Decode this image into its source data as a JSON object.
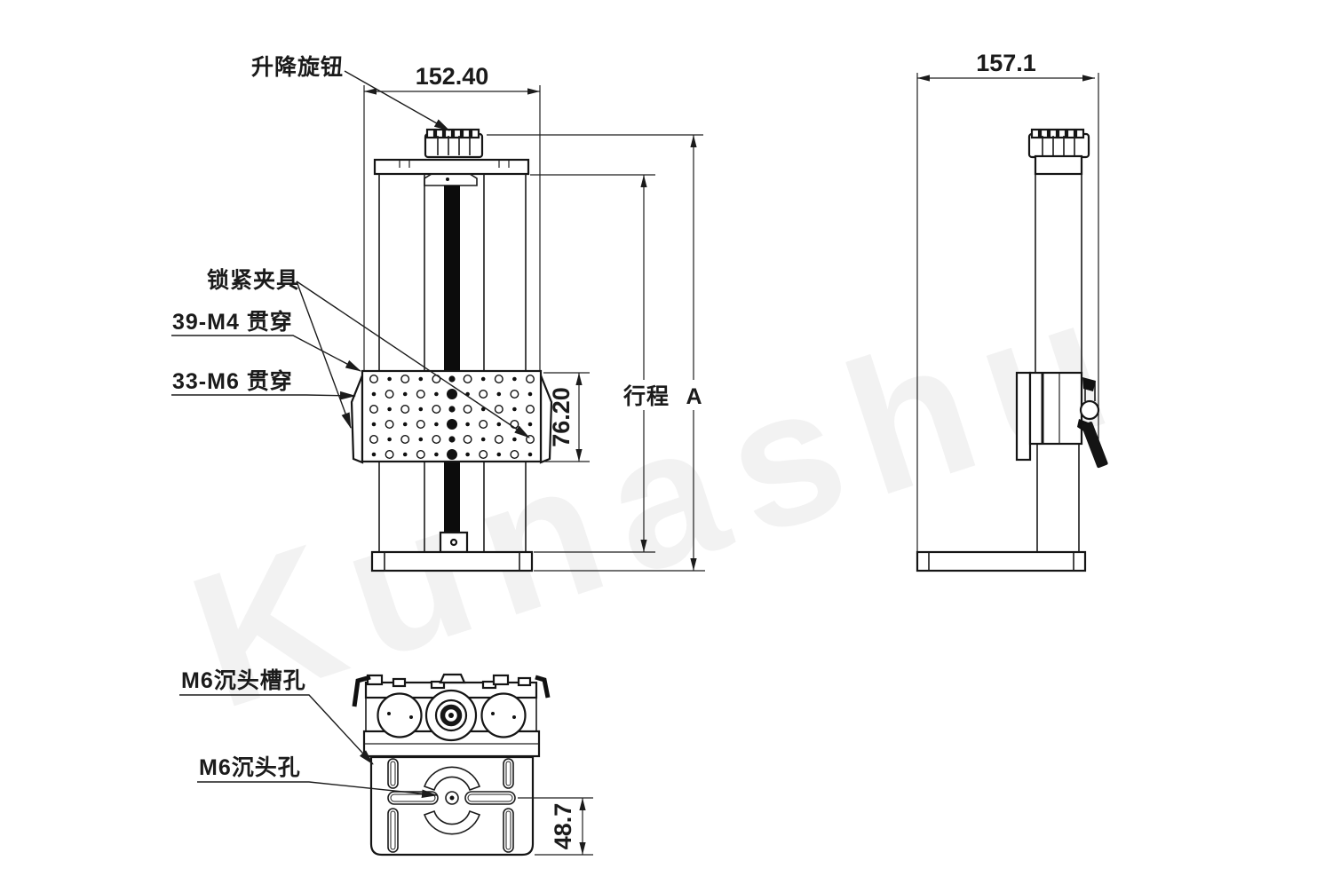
{
  "watermark": "Kunashu",
  "colors": {
    "line": "#1b1b1b",
    "fill_dark": "#111111",
    "background": "#ffffff"
  },
  "front_view": {
    "labels": {
      "lift_knob": "升降旋钮",
      "lock_clamp": "锁紧夹具",
      "m4_holes": "39-M4 贯穿",
      "m6_holes": "33-M6 贯穿",
      "stroke": "行程",
      "overall_height": "A"
    },
    "dimensions": {
      "width": "152.40",
      "table_height": "76.20"
    },
    "grid": {
      "rows": 6,
      "cols": 11
    }
  },
  "side_view": {
    "dimensions": {
      "depth": "157.1"
    }
  },
  "bottom_view": {
    "labels": {
      "counterbore_slot": "M6沉头槽孔",
      "counterbore_hole": "M6沉头孔"
    },
    "dimensions": {
      "base_offset": "48.7"
    }
  }
}
